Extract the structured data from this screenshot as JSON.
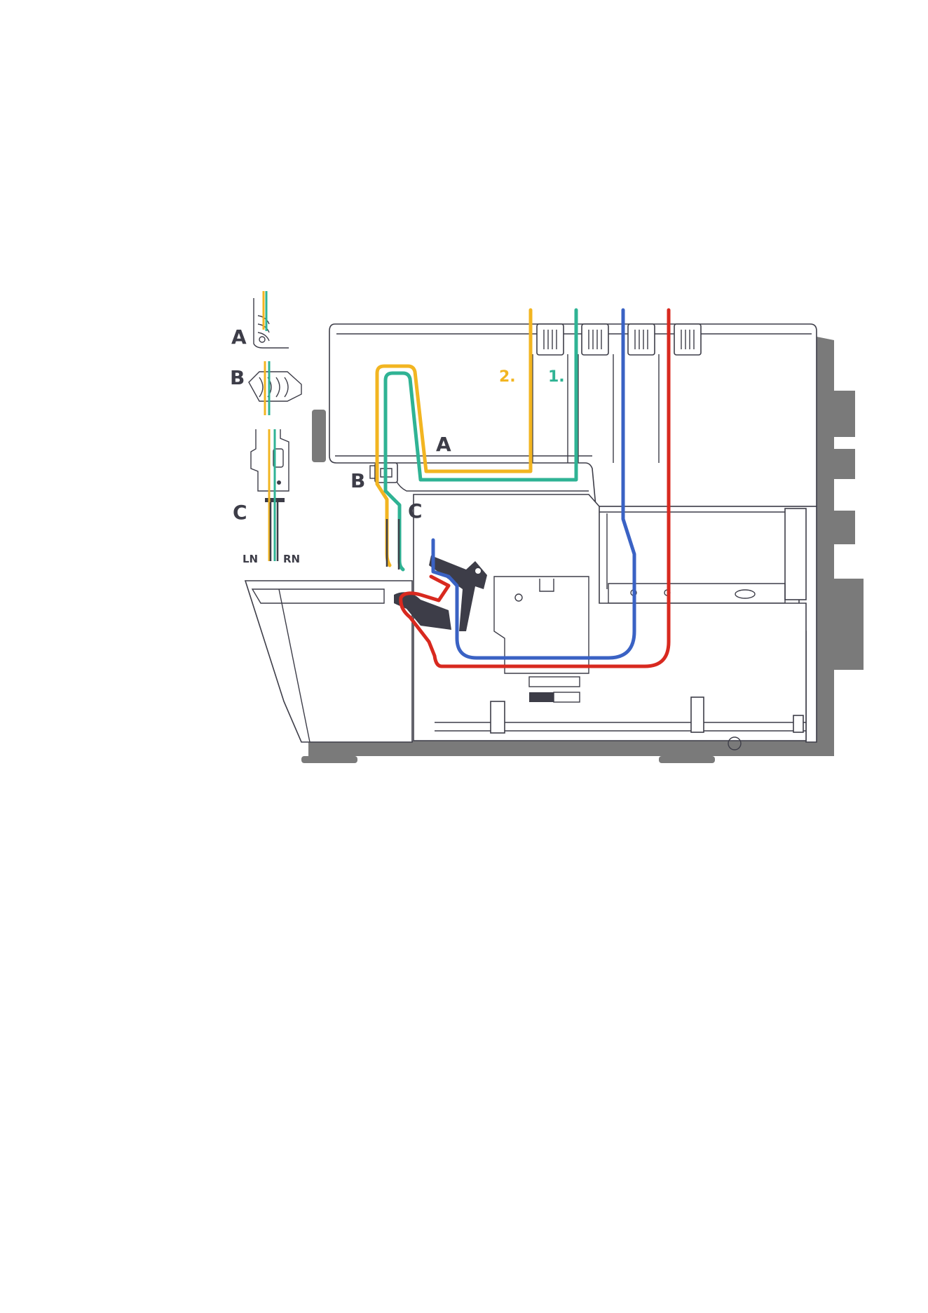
{
  "diagram": {
    "labels": {
      "detail_a": "A",
      "detail_b": "B",
      "detail_c": "C",
      "left_needle": "LN",
      "right_needle": "RN",
      "point_a": "A",
      "point_b": "B",
      "point_c": "C",
      "step_2": "2.",
      "step_1": "1."
    },
    "colors": {
      "yellow_thread": "#f2b521",
      "green_thread": "#2fb394",
      "blue_thread": "#3a62c4",
      "red_thread": "#d8291f",
      "machine_shadow": "#7a7a7a",
      "line_dark": "#3d3d48",
      "text_dark": "#3d3d48"
    }
  }
}
